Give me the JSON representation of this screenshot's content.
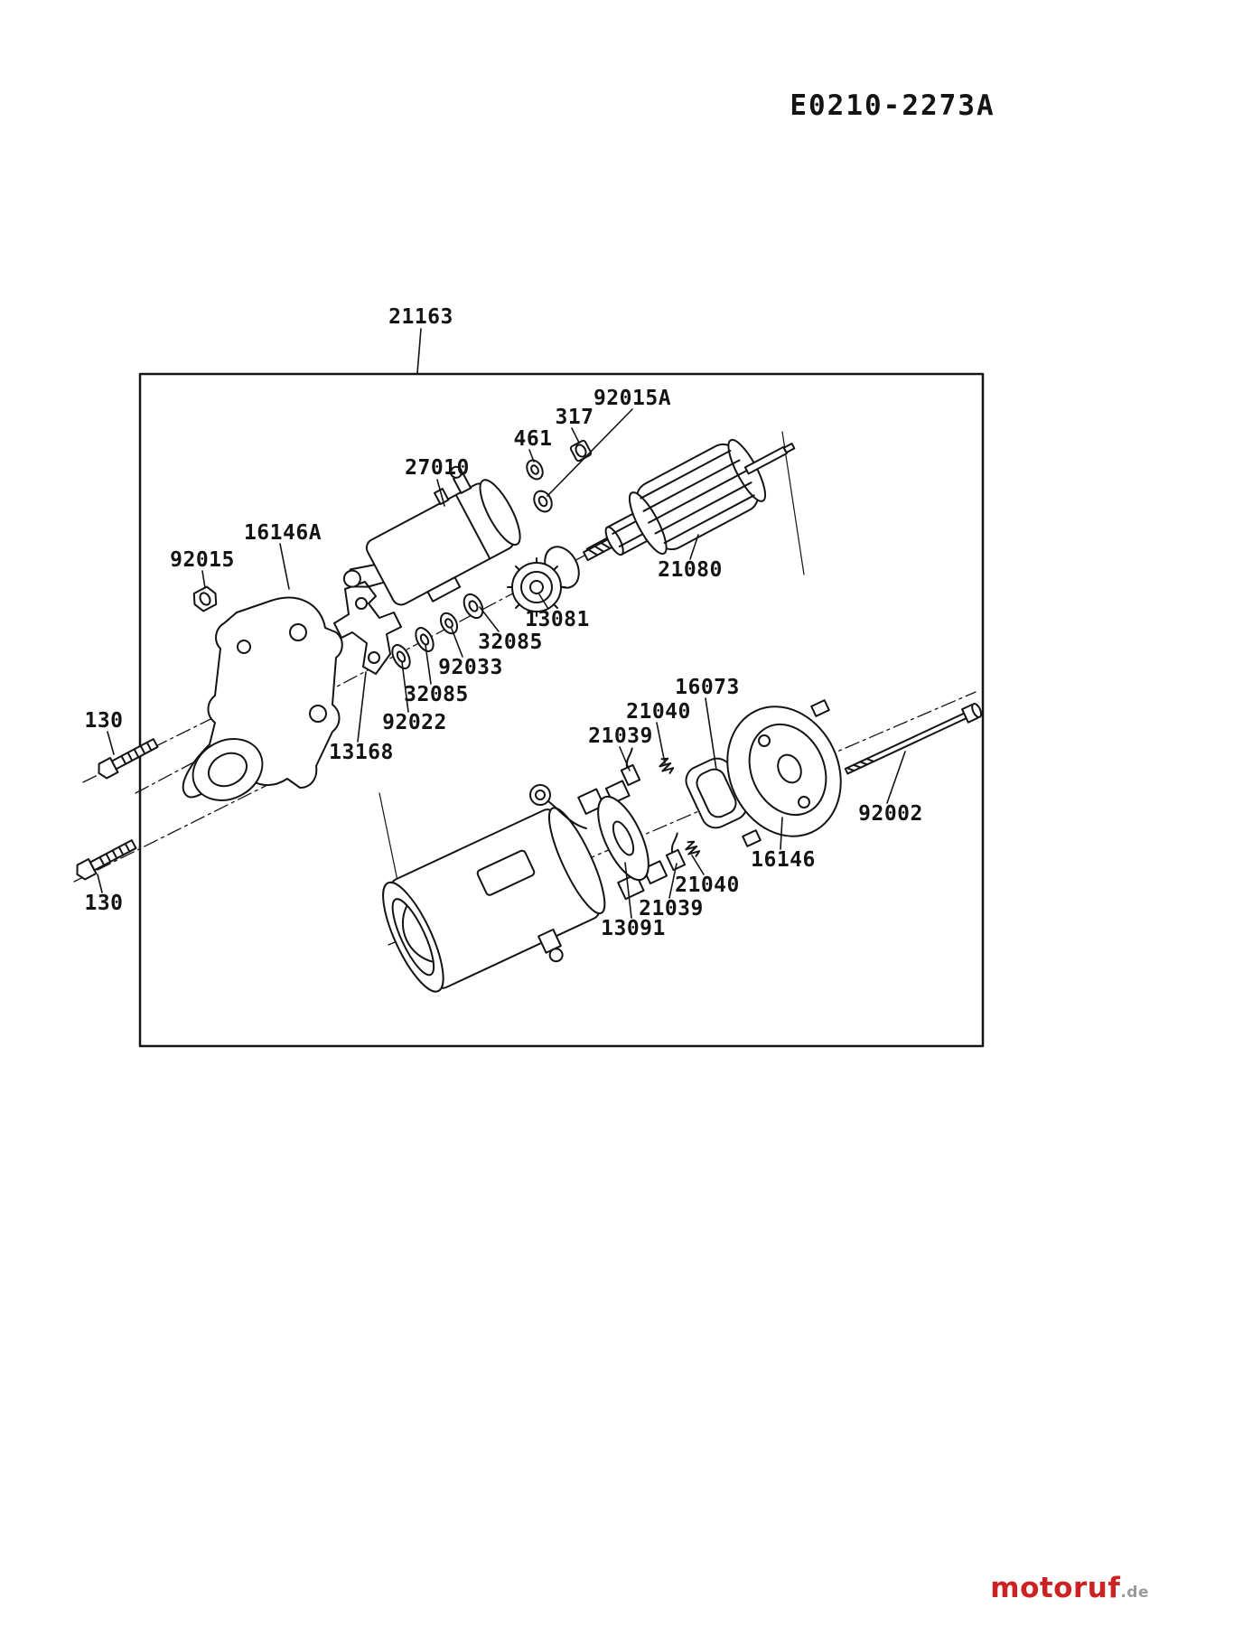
{
  "page": {
    "doc_code": "E0210-2273A",
    "watermark": {
      "brand": "motoruf",
      "tld": ".de"
    },
    "colors": {
      "line": "#141414",
      "watermark_red": "#cc2222",
      "watermark_gray": "#9a9a9a"
    }
  },
  "diagram": {
    "title_part": "21163",
    "labels": [
      {
        "part": "21163"
      },
      {
        "part": "92015A"
      },
      {
        "part": "317"
      },
      {
        "part": "461"
      },
      {
        "part": "27010"
      },
      {
        "part": "16146A"
      },
      {
        "part": "92015"
      },
      {
        "part": "21080"
      },
      {
        "part": "13081"
      },
      {
        "part": "32085"
      },
      {
        "part": "92033"
      },
      {
        "part": "32085"
      },
      {
        "part": "92022"
      },
      {
        "part": "13168"
      },
      {
        "part": "130"
      },
      {
        "part": "130"
      },
      {
        "part": "16073"
      },
      {
        "part": "21040"
      },
      {
        "part": "21039"
      },
      {
        "part": "92002"
      },
      {
        "part": "16146"
      },
      {
        "part": "21040"
      },
      {
        "part": "21039"
      },
      {
        "part": "13091"
      }
    ]
  }
}
